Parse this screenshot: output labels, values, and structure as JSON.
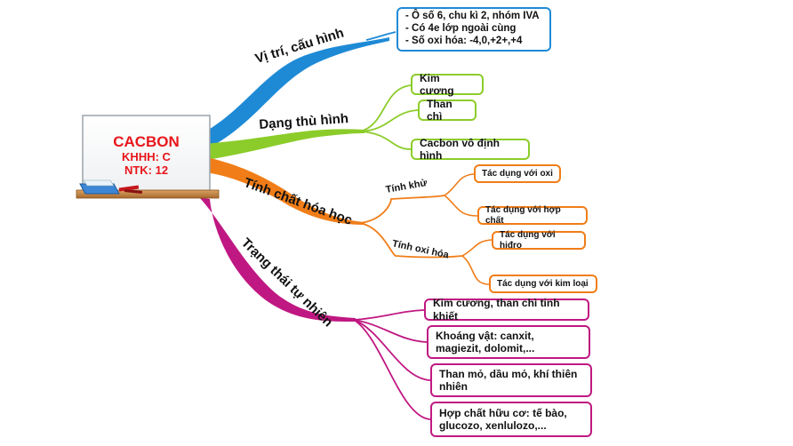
{
  "center": {
    "title": "CACBON",
    "line1": "KHHH: C",
    "line2": "NTK: 12"
  },
  "colors": {
    "blue": "#1e8ad6",
    "green": "#8ccc2a",
    "orange": "#f07d18",
    "magenta": "#c01882",
    "title_red": "#e8161b"
  },
  "branches": {
    "position": {
      "label": "Vị trí, cấu hình",
      "lines": [
        "- Ô số 6, chu kì 2, nhóm IVA",
        "- Có 4e lớp ngoài cùng",
        "- Số oxi hóa: -4,0,+2+,+4"
      ]
    },
    "allotropes": {
      "label": "Dạng thù hình",
      "items": [
        "Kim cương",
        "Than chì",
        "Cacbon vô định hình"
      ]
    },
    "chemical": {
      "label": "Tính chất hóa học",
      "reducing": {
        "label": "Tính khử",
        "items": [
          "Tác dụng với oxi",
          "Tác dụng với hợp chất"
        ]
      },
      "oxidizing": {
        "label": "Tính oxi hóa",
        "items": [
          "Tác dụng với hiđro",
          "Tác dụng với kim loại"
        ]
      }
    },
    "natural": {
      "label": "Trạng thái tự nhiên",
      "items": [
        "Kim cương, than chì tinh khiết",
        "Khoáng vật: canxit, magiezit, dolomit,...",
        "Than mỏ, dầu mỏ, khí thiên nhiên",
        "Hợp chất hữu cơ: tế bào, glucozo, xenlulozo,..."
      ]
    }
  }
}
